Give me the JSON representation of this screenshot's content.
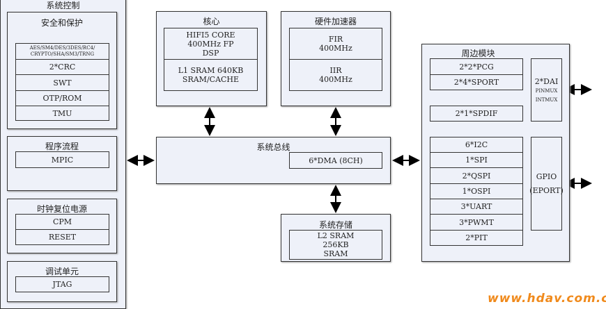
{
  "system_control": {
    "title": "系统控制",
    "security": {
      "title": "安全和保护",
      "rows": [
        "AES/SM4/DES/3DES/RC4/ CRYPTO/SHA/SM3/TRNG",
        "2*CRC",
        "SWT",
        "OTP/ROM",
        "TMU"
      ]
    },
    "program_flow": {
      "title": "程序流程",
      "rows": [
        "MPIC"
      ]
    },
    "clock_reset_power": {
      "title": "时钟复位电源",
      "rows": [
        "CPM",
        "RESET"
      ]
    },
    "debug": {
      "title": "调试单元",
      "rows": [
        "JTAG"
      ]
    }
  },
  "core": {
    "title": "核心",
    "rows": [
      "HIFI5 CORE 400MHz FP DSP",
      "L1 SRAM 640KB SRAM/CACHE"
    ]
  },
  "accelerator": {
    "title": "硬件加速器",
    "rows": [
      "FIR 400MHz",
      "IIR 400MHz"
    ]
  },
  "bus": {
    "title": "系统总线",
    "dma": "6*DMA (8CH)"
  },
  "storage": {
    "title": "系统存储",
    "rows": [
      "L2 SRAM 256KB SRAM"
    ]
  },
  "peripherals": {
    "title": "周边模块",
    "group1": [
      "2*2*PCG",
      "2*4*SPORT"
    ],
    "spdif": "2*1*SPDIF",
    "group2": [
      "6*I2C",
      "1*SPI",
      "2*QSPI",
      "1*OSPI",
      "3*UART",
      "3*PWMT",
      "2*PIT"
    ],
    "dai": {
      "label": "2*DAI",
      "sub1": "PINMUX",
      "sub2": "INTMUX"
    },
    "gpio": "GPIO (EPORT)"
  },
  "watermark": "www.hdav.com.cn"
}
